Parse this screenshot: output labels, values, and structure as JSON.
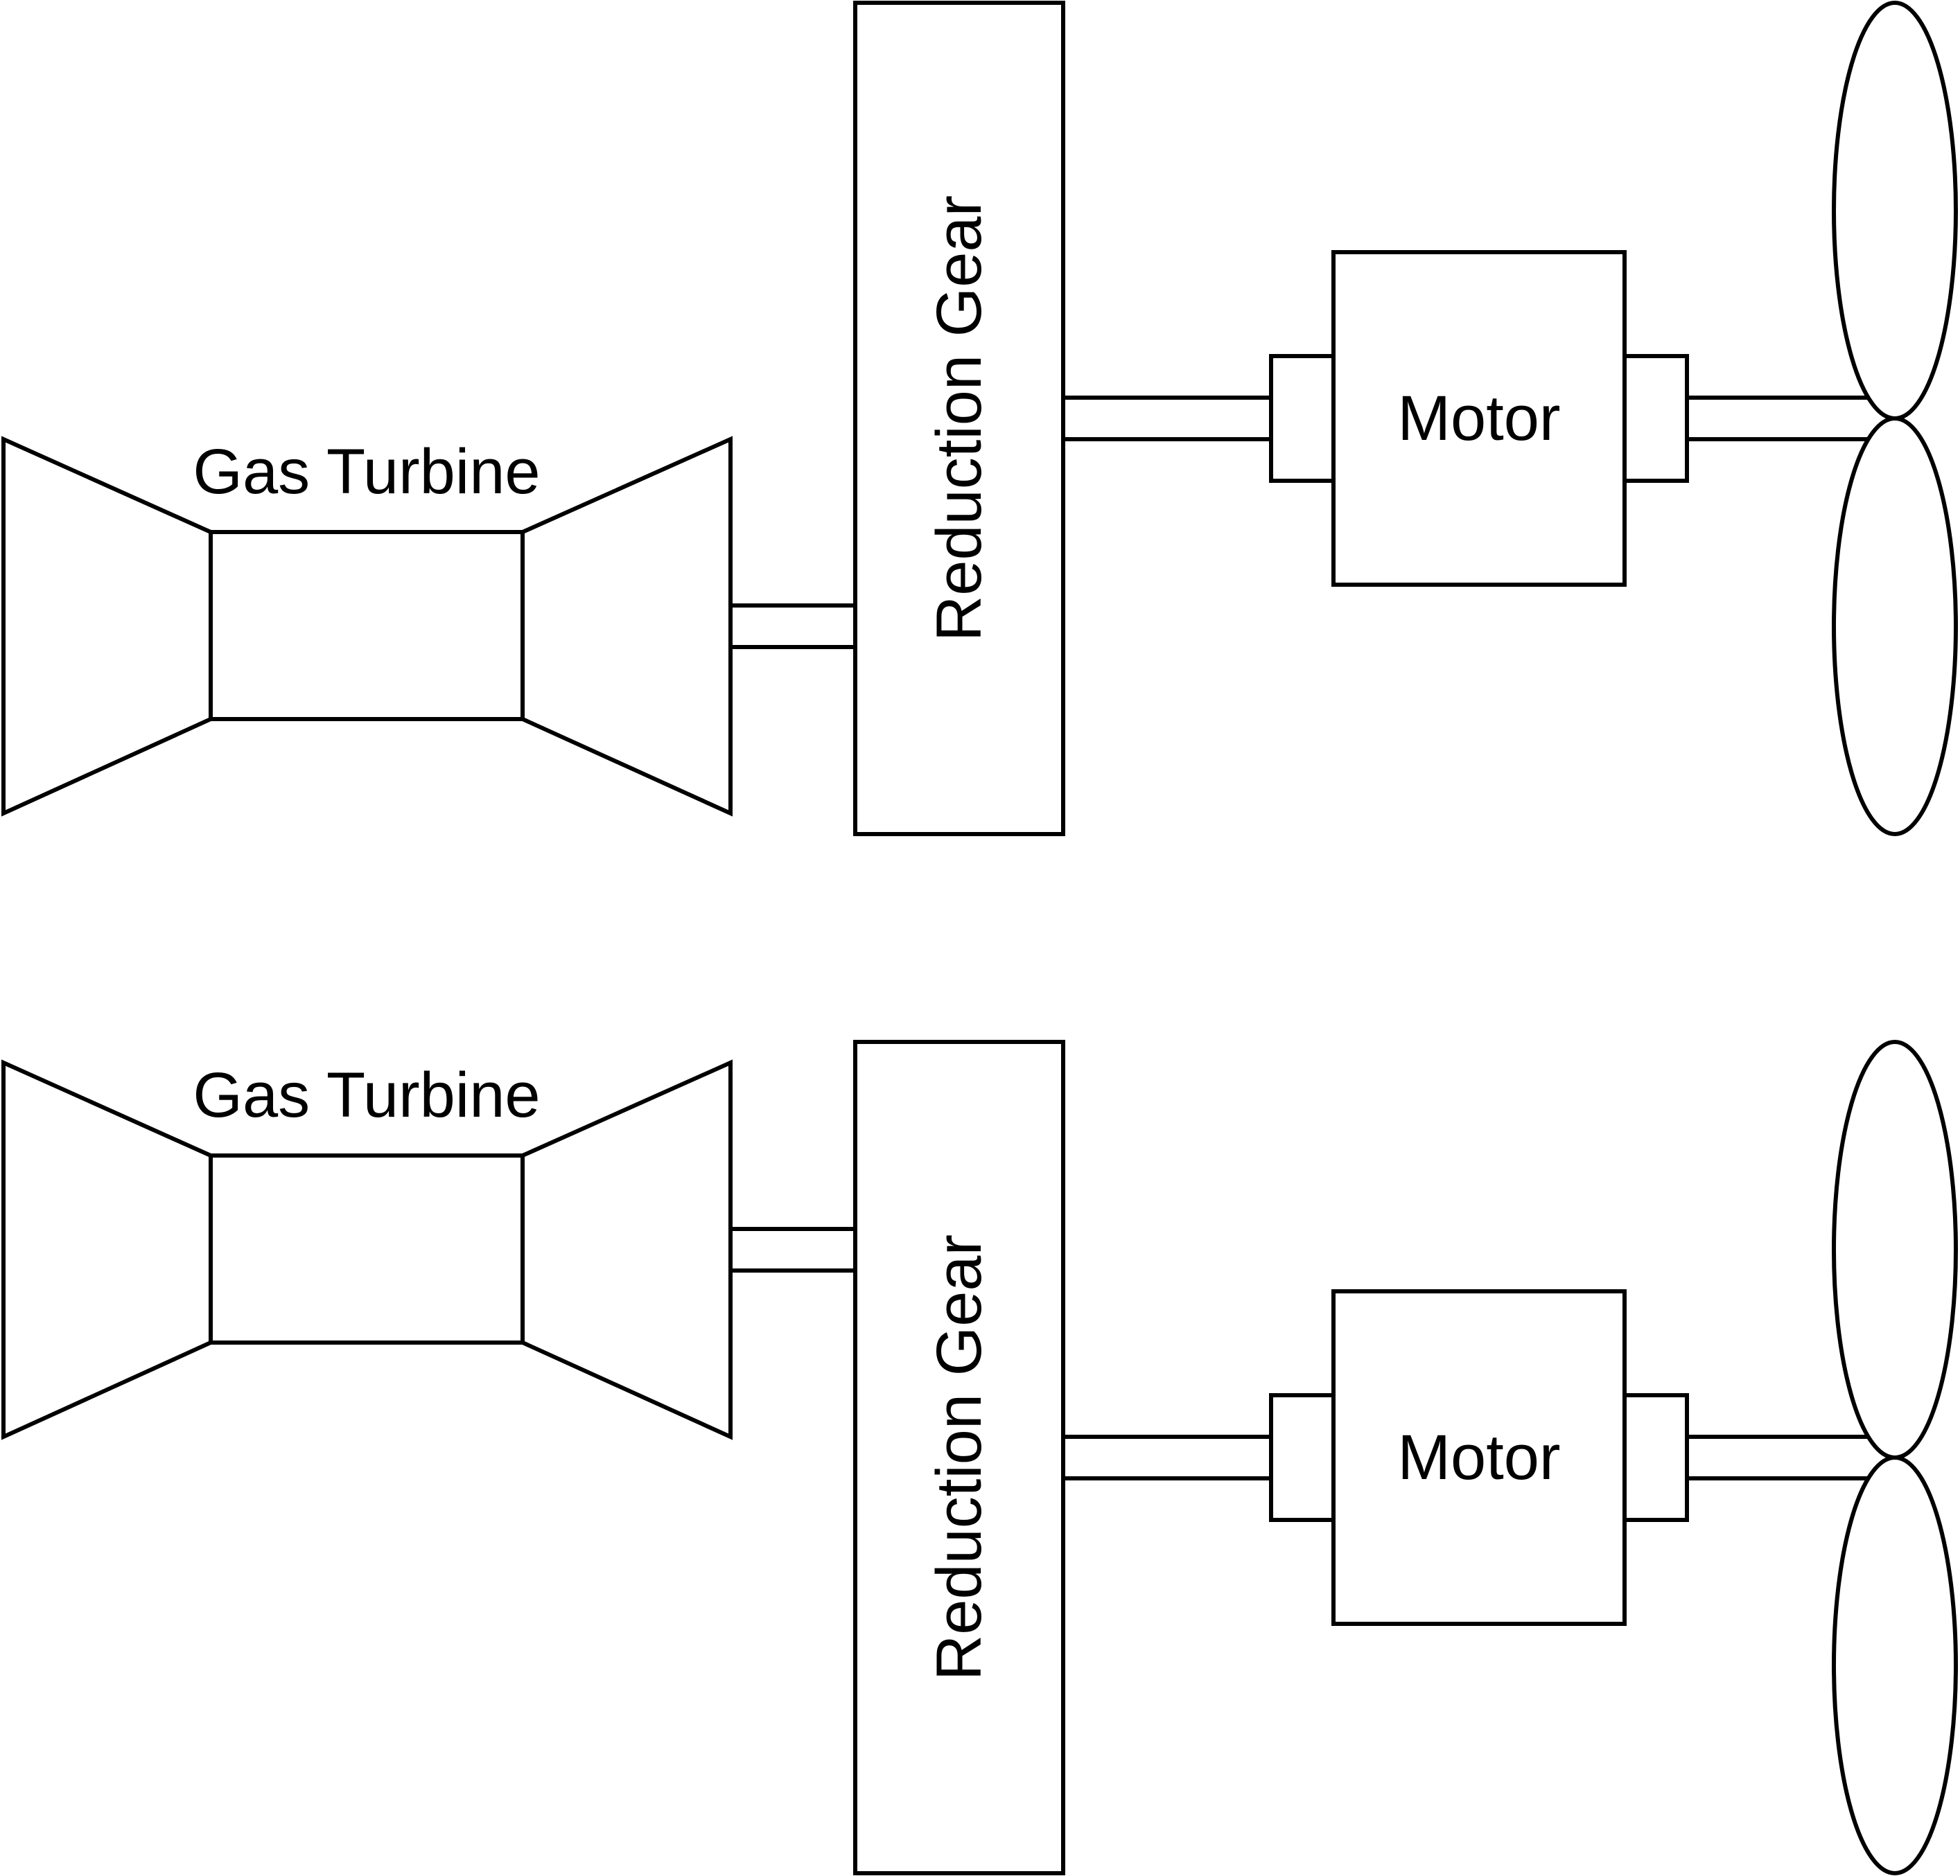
{
  "diagram": {
    "colors": {
      "stroke": "#000000",
      "background": "#ffffff"
    },
    "trains": [
      {
        "gas_turbine_label": "Gas Turbine",
        "reduction_gear_label": "Reduction Gear",
        "motor_label": "Motor"
      },
      {
        "gas_turbine_label": "Gas Turbine",
        "reduction_gear_label": "Reduction Gear",
        "motor_label": "Motor"
      }
    ]
  }
}
